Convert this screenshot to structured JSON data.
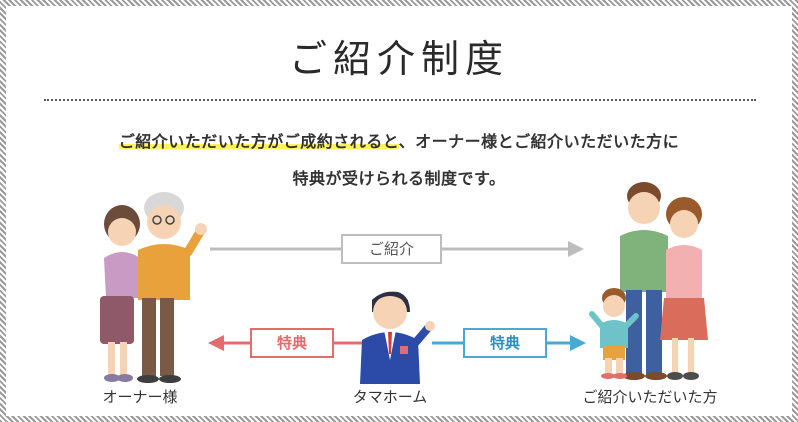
{
  "title": "ご紹介制度",
  "lead": {
    "line1_highlight": "ご紹介いただいた方がご成約されると",
    "line1_rest": "、オーナー様とご紹介いただいた方に",
    "line2": "特典が受けられる制度です。"
  },
  "flow": {
    "top_arrow_label": "ご紹介",
    "left_arrow_label": "特典",
    "right_arrow_label": "特典",
    "colors": {
      "gray": "#b8b8b8",
      "red": "#e36d6d",
      "blue": "#4aa8d6",
      "highlight": "#fff35a"
    }
  },
  "people": {
    "owner_label": "オーナー様",
    "company_label": "タマホーム",
    "referred_label": "ご紹介いただいた方"
  },
  "icons": [
    "elderly-couple-illustration",
    "salesman-illustration",
    "family-illustration"
  ]
}
